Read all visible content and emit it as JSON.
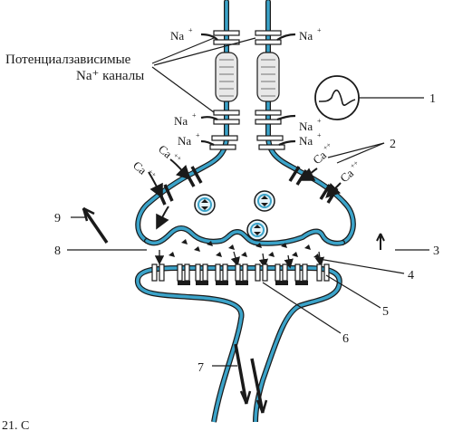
{
  "labels": {
    "channels_line1": "Потенциалзависимые",
    "channels_line2": "Na⁺ каналы",
    "na": "Na",
    "ca": "Ca",
    "plus": "+",
    "plusplus": "++",
    "caption_fragment": "21. С"
  },
  "numbers": [
    "1",
    "2",
    "3",
    "4",
    "5",
    "6",
    "7",
    "8",
    "9"
  ],
  "colors": {
    "membrane": "#3ba3c9",
    "outline": "#1a1a1a",
    "channel_fill": "#ffffff",
    "channel_dark": "#1a1a1a",
    "shading": "#d8d8d8"
  }
}
